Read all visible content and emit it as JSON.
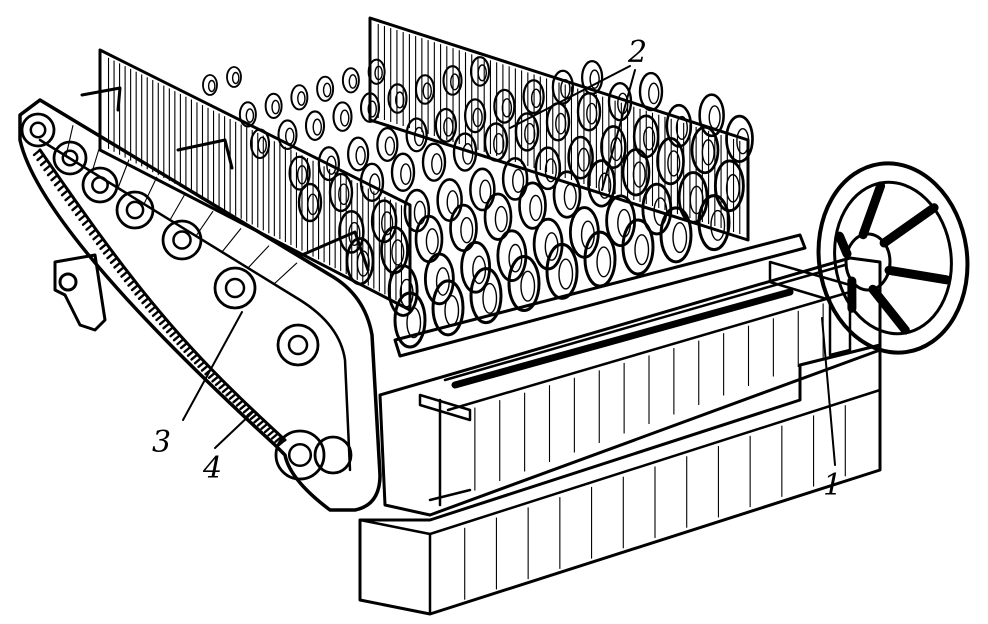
{
  "diagram": {
    "labels": [
      {
        "id": "frame",
        "text": "1"
      },
      {
        "id": "rollers",
        "text": "2"
      },
      {
        "id": "sprockets",
        "text": "3"
      },
      {
        "id": "chain",
        "text": "4"
      }
    ],
    "ink_color": "#000000",
    "paper_color": "#ffffff",
    "roller_rows": 9,
    "roller_columns": 12
  }
}
